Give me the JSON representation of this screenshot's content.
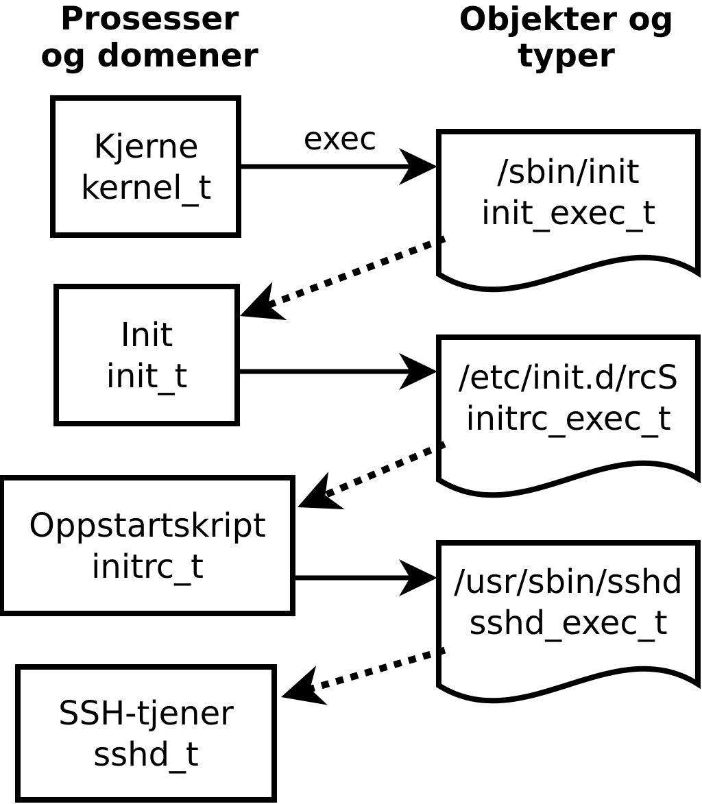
{
  "headers": {
    "left_line1": "Prosesser",
    "left_line2": "og domener",
    "right_line1": "Objekter og",
    "right_line2": "typer"
  },
  "process_nodes": [
    {
      "label": "Kjerne",
      "type": "kernel_t"
    },
    {
      "label": "Init",
      "type": "init_t"
    },
    {
      "label": "Oppstartskript",
      "type": "initrc_t"
    },
    {
      "label": "SSH-tjener",
      "type": "sshd_t"
    }
  ],
  "object_nodes": [
    {
      "label": "/sbin/init",
      "type": "init_exec_t"
    },
    {
      "label": "/etc/init.d/rcS",
      "type": "initrc_exec_t"
    },
    {
      "label": "/usr/sbin/sshd",
      "type": "sshd_exec_t"
    }
  ],
  "edges": {
    "exec_label": "exec",
    "solid": [
      {
        "from": "kernel_t",
        "to": "init_exec_t",
        "style": "solid",
        "label": "exec"
      },
      {
        "from": "init_t",
        "to": "initrc_exec_t",
        "style": "solid",
        "label": ""
      },
      {
        "from": "initrc_t",
        "to": "sshd_exec_t",
        "style": "solid",
        "label": ""
      }
    ],
    "dotted": [
      {
        "from": "init_exec_t",
        "to": "init_t",
        "style": "dotted"
      },
      {
        "from": "initrc_exec_t",
        "to": "initrc_t",
        "style": "dotted"
      },
      {
        "from": "sshd_exec_t",
        "to": "sshd_t",
        "style": "dotted"
      }
    ]
  },
  "colors": {
    "ink": "#000000",
    "background": "#ffffff"
  }
}
